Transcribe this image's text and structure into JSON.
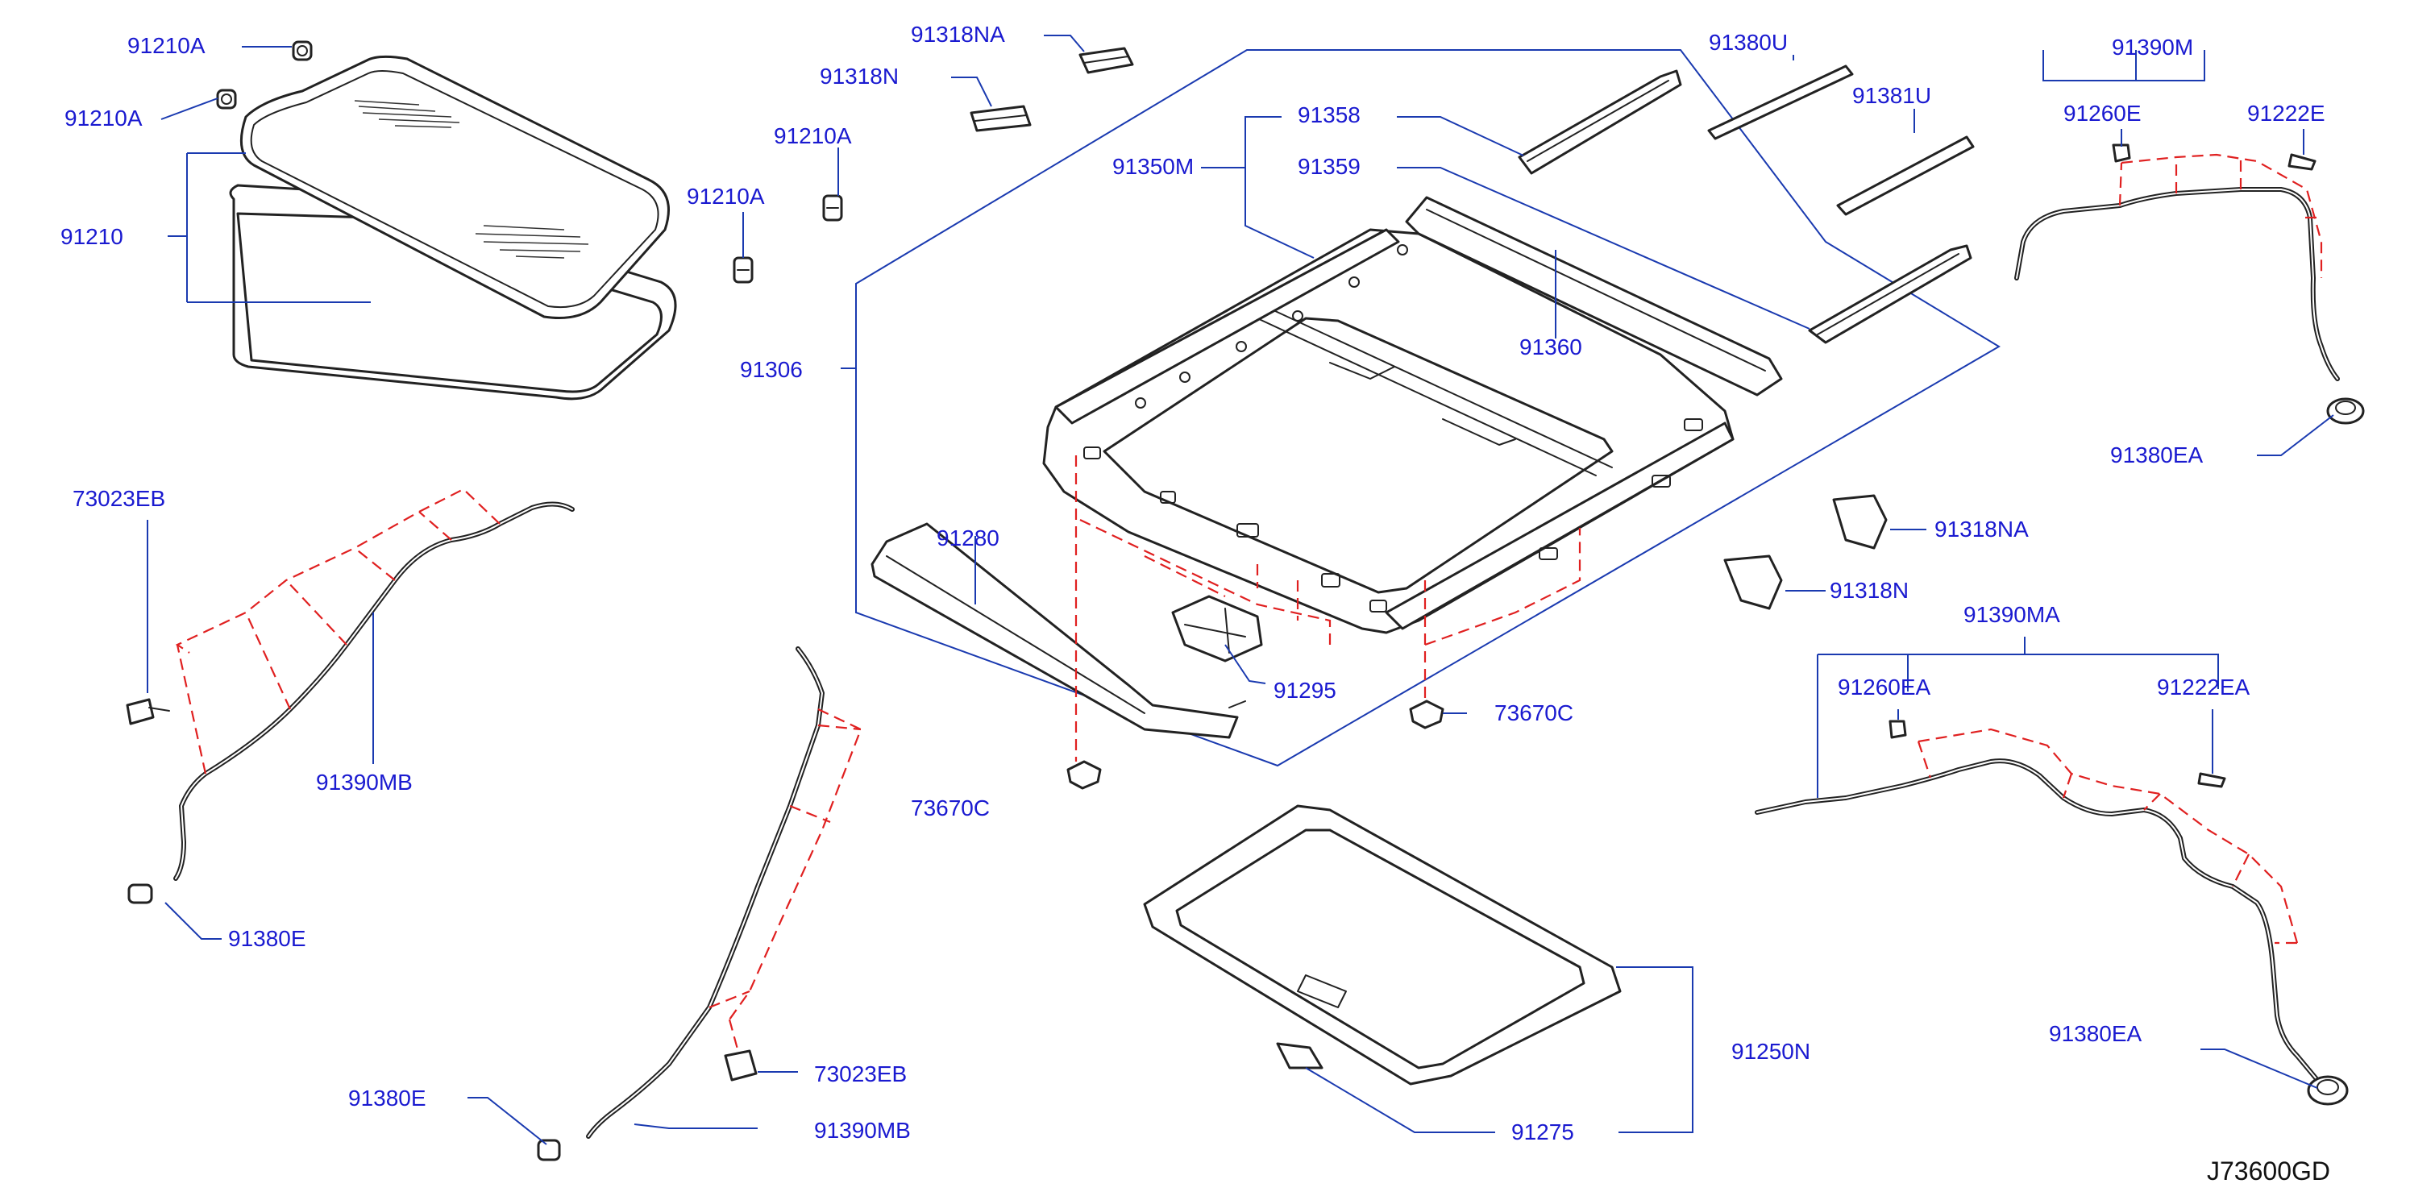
{
  "diagram": {
    "code": "J73600GD",
    "colors": {
      "callout": "#1a1ad0",
      "leader": "#1a3ab0",
      "hidden_line": "#e02020",
      "part_outline": "#222222"
    },
    "labels": {
      "p91210A_1": "91210A",
      "p91210A_2": "91210A",
      "p91210A_3": "91210A",
      "p91210A_4": "91210A",
      "p91210": "91210",
      "p91318NA_top": "91318NA",
      "p91318N_top": "91318N",
      "p91380U": "91380U",
      "p91381U": "91381U",
      "p91390M": "91390M",
      "p91260E": "91260E",
      "p91222E": "91222E",
      "p91358": "91358",
      "p91359": "91359",
      "p91350M": "91350M",
      "p91360": "91360",
      "p91306": "91306",
      "p91380EA_top": "91380EA",
      "p73023EB_top": "73023EB",
      "p91280": "91280",
      "p91295": "91295",
      "p91318NA_mid": "91318NA",
      "p91318N_mid": "91318N",
      "p91390MA": "91390MA",
      "p91260EA": "91260EA",
      "p91222EA": "91222EA",
      "p91390MB_left": "91390MB",
      "p73670C_mid": "73670C",
      "p73670C_left": "73670C",
      "p91380E_left": "91380E",
      "p91250N": "91250N",
      "p91380EA_bot": "91380EA",
      "p73023EB_bot": "73023EB",
      "p91380E_bot": "91380E",
      "p91390MB_bot": "91390MB",
      "p91275": "91275"
    }
  }
}
